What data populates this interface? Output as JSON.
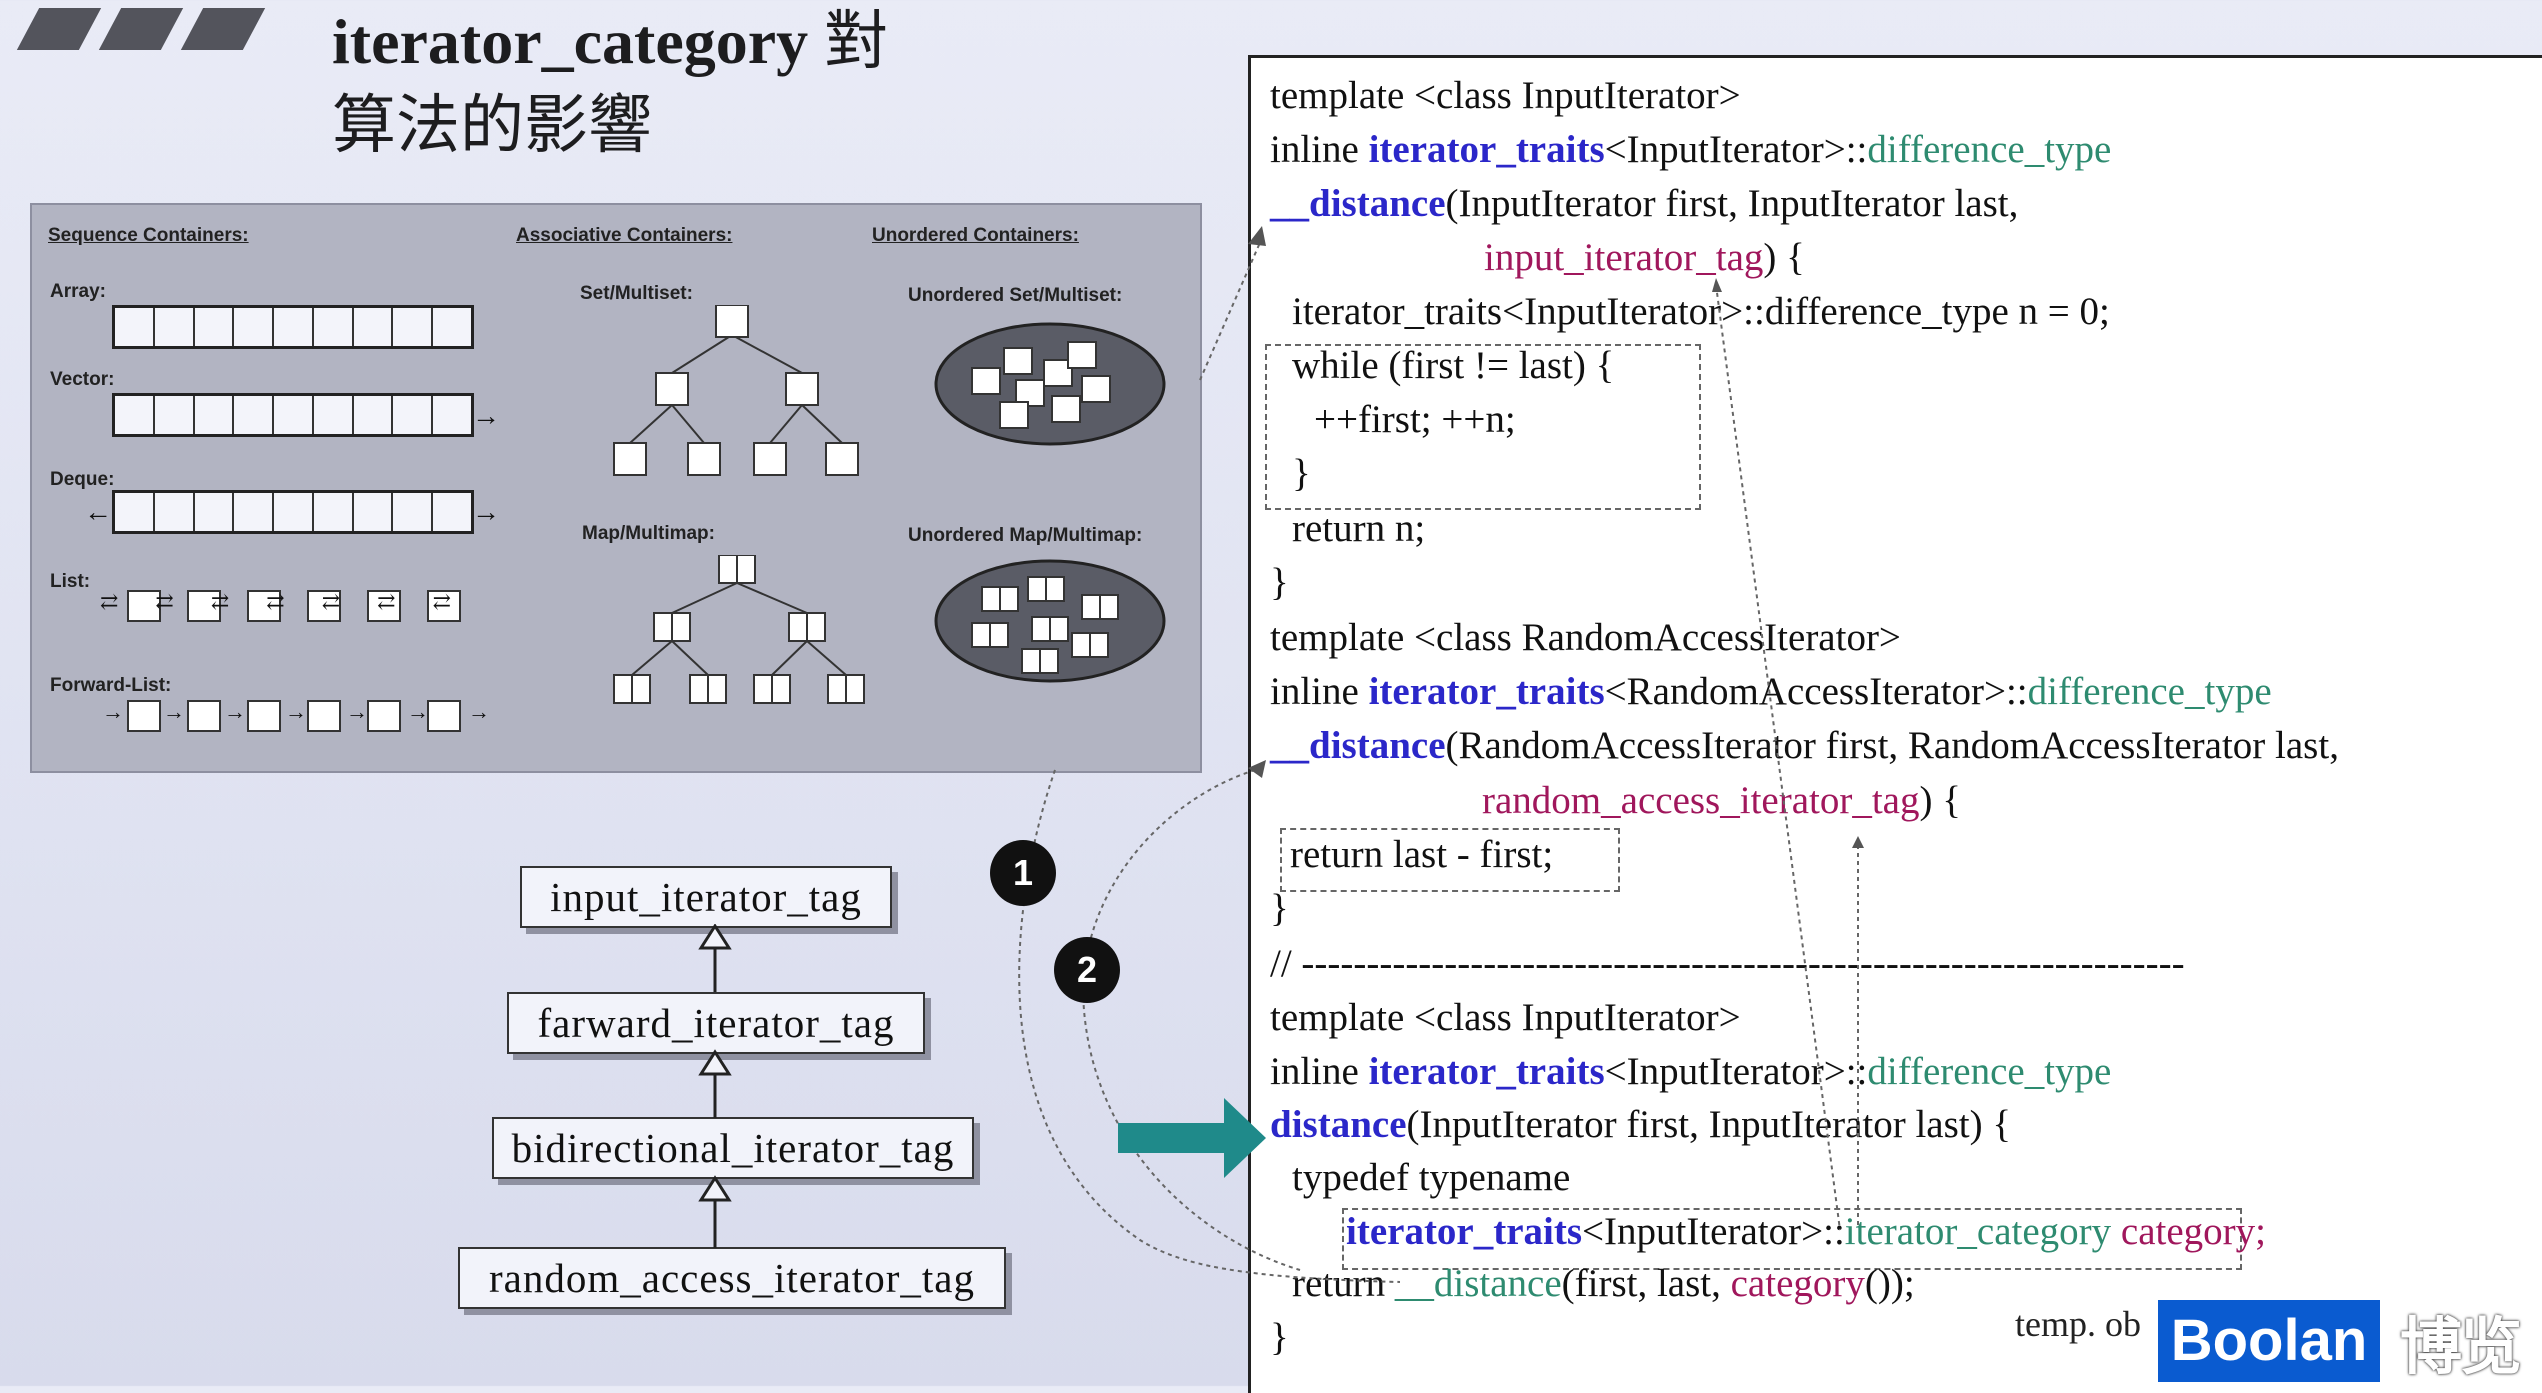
{
  "slide": {
    "title_en": "iterator_category",
    "title_cn_1": "對",
    "title_cn_2": "算法的影響"
  },
  "stl": {
    "sequence_header": "Sequence Containers:",
    "associative_header": "Associative Containers:",
    "unordered_header": "Unordered Containers:",
    "array": "Array:",
    "vector": "Vector:",
    "deque": "Deque:",
    "list": "List:",
    "forward_list": "Forward-List:",
    "set_multiset": "Set/Multiset:",
    "map_multimap": "Map/Multimap:",
    "unordered_set": "Unordered Set/Multiset:",
    "unordered_map": "Unordered Map/Multimap:"
  },
  "tags": {
    "input": "input_iterator_tag",
    "forward": "farward_iterator_tag",
    "bidirectional": "bidirectional_iterator_tag",
    "random": "random_access_iterator_tag"
  },
  "badges": {
    "one": "1",
    "two": "2"
  },
  "code": {
    "l1": "template <class InputIterator>",
    "l2_a": "inline ",
    "l2_kw": "iterator_traits",
    "l2_b": "<InputIterator>::",
    "l2_tp": "difference_type",
    "l3_kw": "__distance",
    "l3_b": "(InputIterator first, InputIterator last,",
    "l4_tg": "input_iterator_tag",
    "l4_b": ") {",
    "l5": "iterator_traits<InputIterator>::difference_type n = 0;",
    "l6": "while (first != last) {",
    "l7": "++first; ++n;",
    "l8": "}",
    "l9": "return n;",
    "l10": "}",
    "l11": "template <class RandomAccessIterator>",
    "l12_a": "inline ",
    "l12_kw": "iterator_traits",
    "l12_b": "<RandomAccessIterator>::",
    "l12_tp": "difference_type",
    "l13_kw": "__distance",
    "l13_b": "(RandomAccessIterator first, RandomAccessIterator last,",
    "l14_tg": "random_access_iterator_tag",
    "l14_b": ") {",
    "l15": "return last - first;",
    "l16": "}",
    "l17": "// --------------------------------------------------------------------",
    "l18": "template <class InputIterator>",
    "l19_a": "inline ",
    "l19_kw": "iterator_traits",
    "l19_b": "<InputIterator>::",
    "l19_tp": "difference_type",
    "l20_kw": "distance",
    "l20_b": "(InputIterator first, InputIterator last) {",
    "l21": "typedef typename",
    "l22_kw": "iterator_traits",
    "l22_b": "<InputIterator>::",
    "l22_tp": "iterator_category",
    "l22_tg": " category;",
    "l23_a": "return ",
    "l23_tp": "__distance",
    "l23_b": "(first, last, ",
    "l23_tg": "category",
    "l23_c": "());",
    "l24": "}"
  },
  "overlay": {
    "temp_obj": "temp. ob",
    "logo": "Boolan",
    "logo_cn": "博览"
  },
  "colors": {
    "keyword": "#2b27c9",
    "type": "#2e8b70",
    "tag": "#a0175c",
    "arrow": "#1f8a8a",
    "logo": "#0a5bd0"
  }
}
